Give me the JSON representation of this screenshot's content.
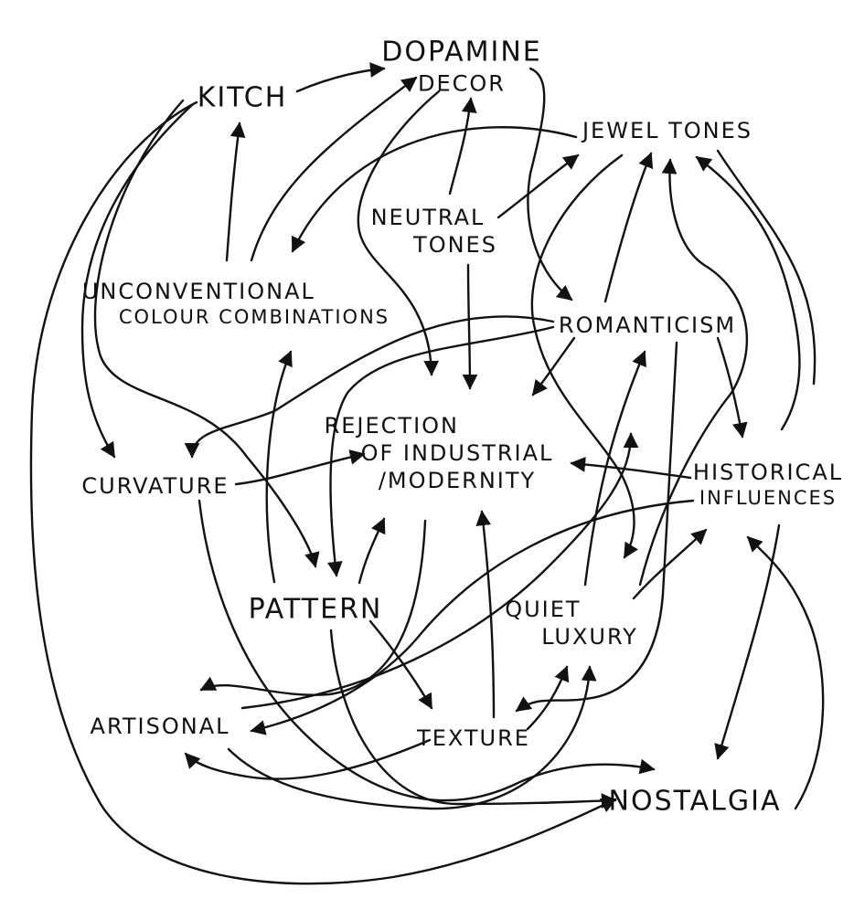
{
  "diagram": {
    "nodes": {
      "dopamine_decor": [
        "DOPAMINE",
        "DECOR"
      ],
      "kitch": "KITCH",
      "jewel_tones": "JEWEL TONES",
      "neutral_tones": [
        "NEUTRAL",
        "TONES"
      ],
      "unconventional": [
        "UNCONVENTIONAL",
        "COLOUR COMBINATIONS"
      ],
      "romanticism": "ROMANTICISM",
      "rejection": [
        "REJECTION",
        "OF INDUSTRIAL",
        "/MODERNITY"
      ],
      "curvature": "CURVATURE",
      "historical": [
        "HISTORICAL",
        "INFLUENCES"
      ],
      "pattern": "PATTERN",
      "quiet_luxury": [
        "QUIET",
        "LUXURY"
      ],
      "artisonal": "ARTISONAL",
      "texture": "TEXTURE",
      "nostalgia": "NOSTALGIA"
    },
    "stroke_color": "#111111",
    "background": "#ffffff"
  }
}
